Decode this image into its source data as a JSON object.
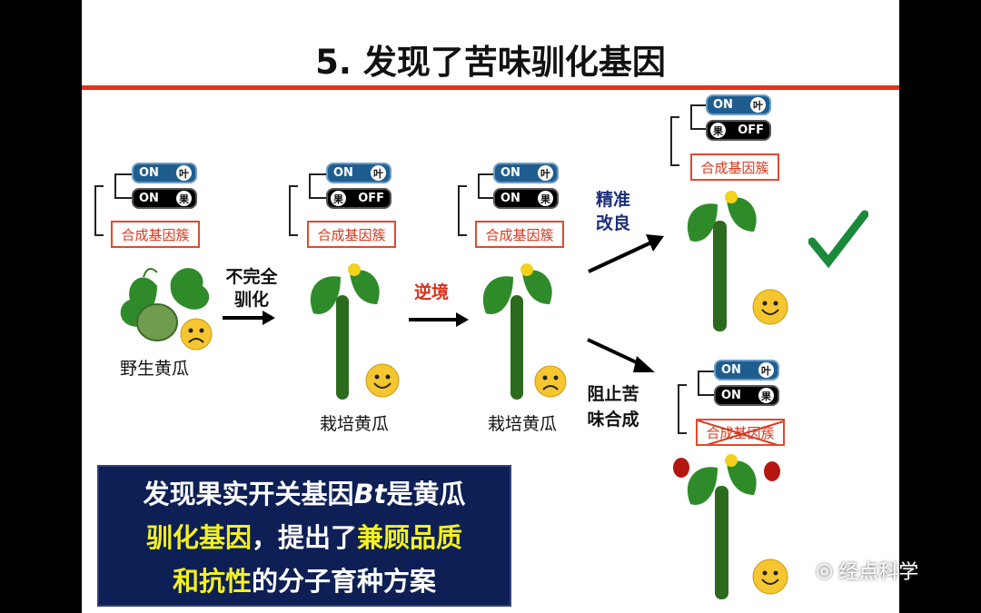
{
  "title": "5. 发现了苦味驯化基因",
  "switch": {
    "on": "ON",
    "off": "OFF",
    "leaf": "叶",
    "fruit": "果"
  },
  "cluster_label": "合成基因簇",
  "labels": {
    "wild": "野生黄瓜",
    "cultivated1": "栽培黄瓜",
    "cultivated2": "栽培黄瓜"
  },
  "arrows": {
    "incomplete_line1": "不完全",
    "incomplete_line2": "驯化",
    "stress": "逆境",
    "precise_line1": "精准",
    "precise_line2": "改良",
    "block_line1": "阻止苦",
    "block_line2": "味合成"
  },
  "note": {
    "l1a": "发现果实开关基因",
    "l1b": "Bt",
    "l1c": "是黄瓜",
    "l2a": "驯化基因",
    "l2b": "，提出了",
    "l2c": "兼顾品质",
    "l3a": "和抗性",
    "l3b": "的分子育种方案"
  },
  "watermark": "经点科学",
  "colors": {
    "accent_red": "#e2341d",
    "leaf_switch": "#1f5d8f",
    "note_bg": "#0d1f55",
    "highlight": "#f4f11f",
    "check": "#1a8a3a"
  }
}
